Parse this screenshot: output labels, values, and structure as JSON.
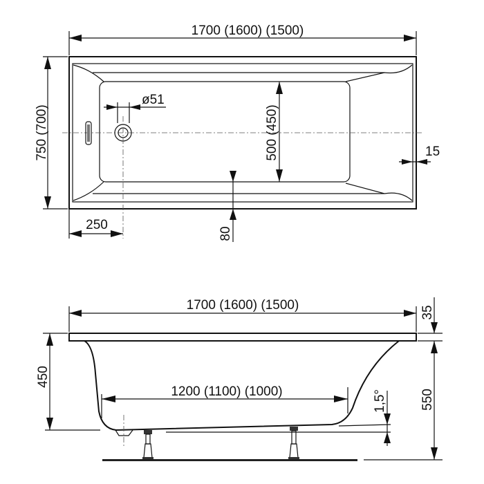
{
  "top_view": {
    "length_label": "1700 (1600) (1500)",
    "width_label": "750 (700)",
    "drain_diameter_label": "ø51",
    "basin_width_label": "500 (450)",
    "rim_label": "15",
    "drain_offset_label": "250",
    "side_offset_label": "80"
  },
  "side_view": {
    "length_label": "1700 (1600) (1500)",
    "rim_thickness_label": "35",
    "depth_label": "450",
    "height_label": "550",
    "bottom_length_label": "1200 (1100) (1000)",
    "slope_label": "1,5°"
  }
}
